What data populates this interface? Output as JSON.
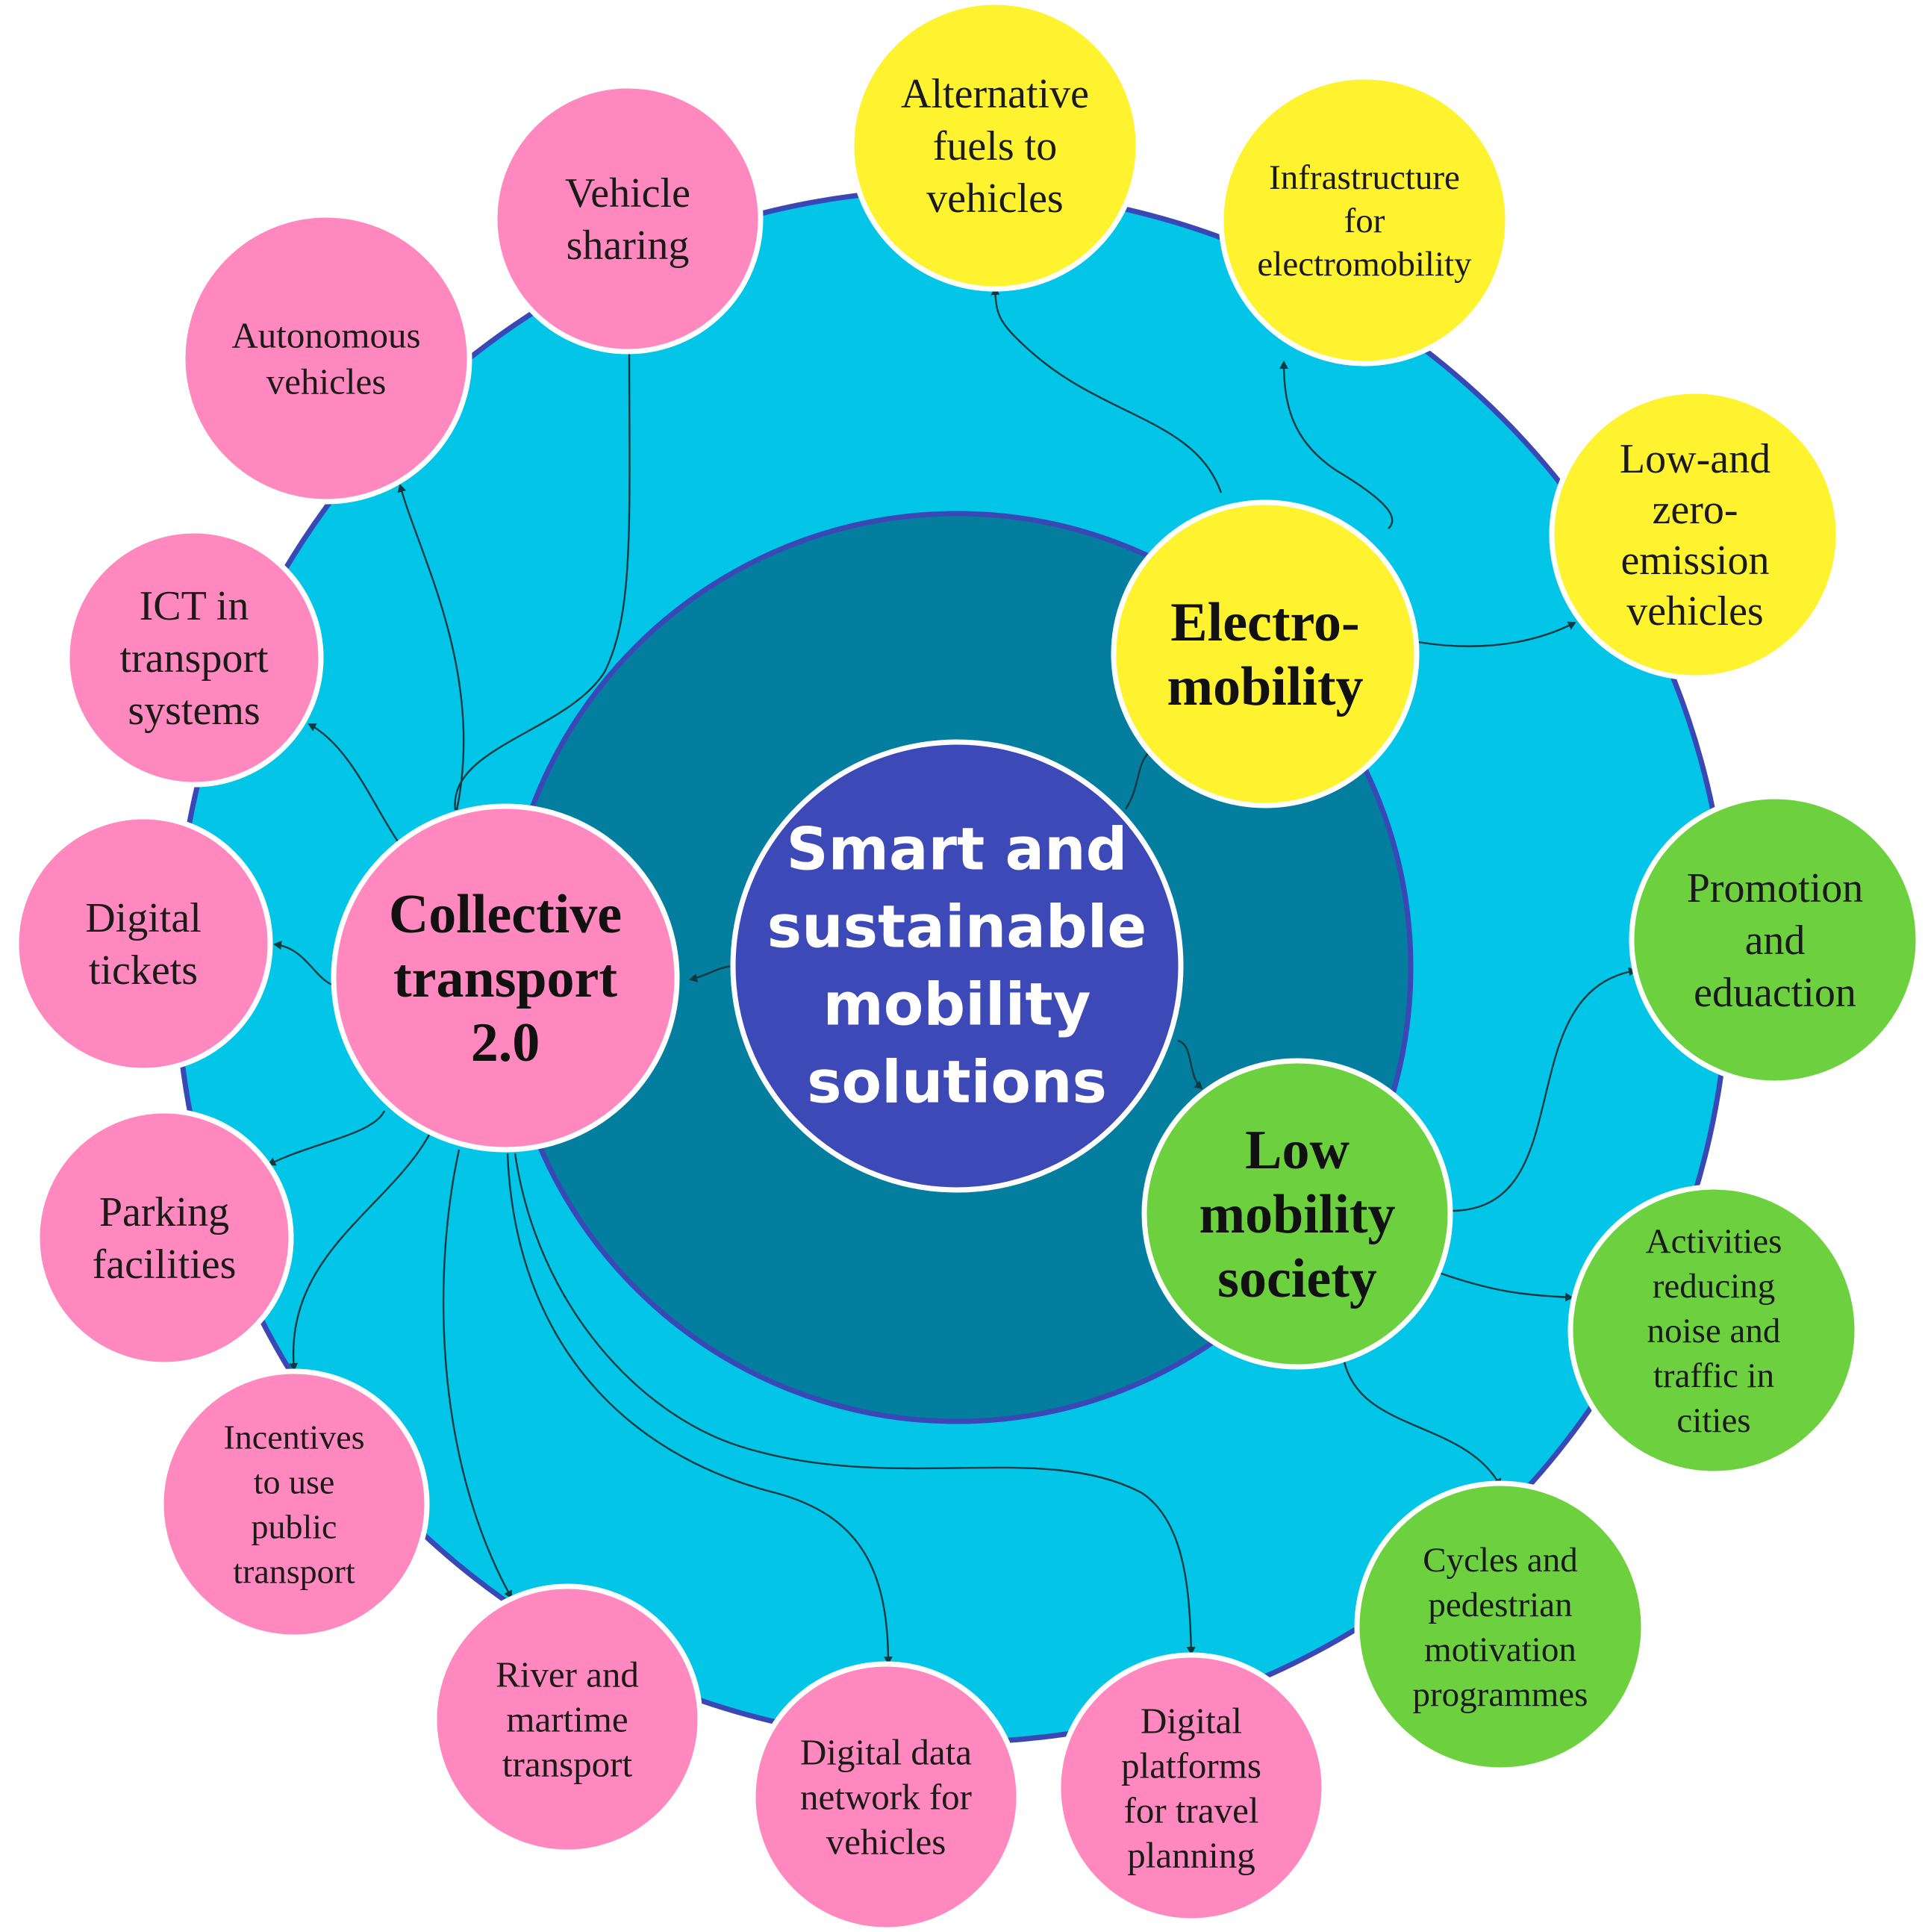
{
  "center": {
    "lines": [
      "Smart and",
      "sustainable",
      "mobility",
      "solutions"
    ]
  },
  "hubs": [
    {
      "id": "electro",
      "lines": [
        "Electro-",
        "mobility"
      ],
      "color": "#FFF22E"
    },
    {
      "id": "collective",
      "lines": [
        "Collective",
        "transport",
        "2.0"
      ],
      "color": "#FF88BE"
    },
    {
      "id": "low",
      "lines": [
        "Low",
        "mobility",
        "society"
      ],
      "color": "#6CD03F"
    }
  ],
  "leaves": [
    {
      "id": "alt-fuels",
      "hub": "electro",
      "lines": [
        "Alternative",
        "fuels to",
        "vehicles"
      ],
      "color": "#FFF22E"
    },
    {
      "id": "infrastructure",
      "hub": "electro",
      "lines": [
        "Infrastructure",
        "for",
        "electromobility"
      ],
      "color": "#FFF22E"
    },
    {
      "id": "low-zero",
      "hub": "electro",
      "lines": [
        "Low-and",
        "zero-",
        "emission",
        "vehicles"
      ],
      "color": "#FFF22E"
    },
    {
      "id": "promotion",
      "hub": "low",
      "lines": [
        "Promotion",
        "and",
        "eduaction"
      ],
      "color": "#6CD03F"
    },
    {
      "id": "activities",
      "hub": "low",
      "lines": [
        "Activities",
        "reducing",
        "noise and",
        "traffic in",
        "cities"
      ],
      "color": "#6CD03F"
    },
    {
      "id": "cycles",
      "hub": "low",
      "lines": [
        "Cycles and",
        "pedestrian",
        "motivation",
        "programmes"
      ],
      "color": "#6CD03F"
    },
    {
      "id": "digital-platforms",
      "hub": "collective",
      "lines": [
        "Digital",
        "platforms",
        "for travel",
        "planning"
      ],
      "color": "#FF88BE"
    },
    {
      "id": "digital-data",
      "hub": "collective",
      "lines": [
        "Digital data",
        "network for",
        "vehicles"
      ],
      "color": "#FF88BE"
    },
    {
      "id": "river",
      "hub": "collective",
      "lines": [
        "River and",
        "martime",
        "transport"
      ],
      "color": "#FF88BE"
    },
    {
      "id": "incentives",
      "hub": "collective",
      "lines": [
        "Incentives",
        "to use",
        "public",
        "transport"
      ],
      "color": "#FF88BE"
    },
    {
      "id": "parking",
      "hub": "collective",
      "lines": [
        "Parking",
        "facilities"
      ],
      "color": "#FF88BE"
    },
    {
      "id": "digital-tickets",
      "hub": "collective",
      "lines": [
        "Digital",
        "tickets"
      ],
      "color": "#FF88BE"
    },
    {
      "id": "ict",
      "hub": "collective",
      "lines": [
        "ICT in",
        "transport",
        "systems"
      ],
      "color": "#FF88BE"
    },
    {
      "id": "autonomous",
      "hub": "collective",
      "lines": [
        "Autonomous",
        "vehicles"
      ],
      "color": "#FF88BE"
    },
    {
      "id": "vehicle-sharing",
      "hub": "collective",
      "lines": [
        "Vehicle",
        "sharing"
      ],
      "color": "#FF88BE"
    }
  ],
  "colors": {
    "outer_ring": "#02C5E8",
    "outer_ring_border": "#3A48B5",
    "inner_ring": "#037E9F",
    "inner_ring_border": "#3A48B5",
    "center": "#3D49B7",
    "connector": "#0D3A40"
  }
}
